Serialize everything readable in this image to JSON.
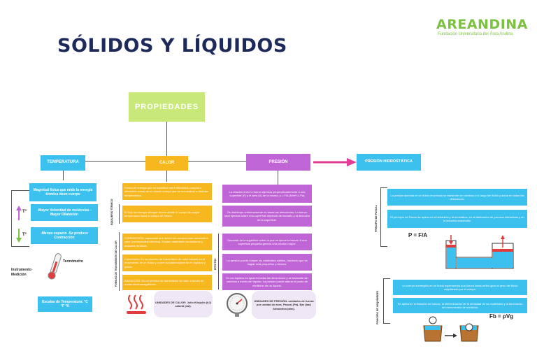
{
  "header": {
    "title": "SÓLIDOS Y LÍQUIDOS",
    "logo_name": "AREANDINA",
    "logo_sub": "Fundación Universitaria del Área Andina"
  },
  "root": {
    "label": "PROPIEDADES"
  },
  "temperatura": {
    "label": "TEMPERATURA",
    "definition": "Magnitud física que mide la energía térmica deun cuerpo",
    "up_sign": "T°",
    "up_text": "-Mayor Velocidad de moléculas -Mayor Dilatación",
    "down_sign": "T°",
    "down_text": "-Menos espacio -Se produce Contracción",
    "instrument_label": "Instrumento Medición",
    "thermometer_label": "Termómetro",
    "scales": "Escalas de Temperatura: °C °F °K"
  },
  "calor": {
    "label": "CALOR",
    "definition": "Forma de energía que se transfiere entre diferentes cuerpos o diferentes zonas de un mismo cuerpo que se encuentran a distintas temperaturas.",
    "flow": "El flujo de energía siempre ocurre desde el cuerpo de mayor temperatura hacia el cuerpo de menor.",
    "side_label_1": "EQUILIBRIO TÉRMICO",
    "side_label_2": "FORMAS DE TRANSMISIÓN DE CALOR",
    "conduction": "CONDUCCIÓN: capacidad que tienen los cuerpos para transmitir el calor (conductividad térmica). Existen materiales conductores y aislantes térmicos.",
    "convection": "Convección: Es un proceso de transmisión de calor basado en el movimiento de un fluido y ocurre fundamentalmente en líquidos y gases.",
    "radiation": "RADIACIÓN: Es un proceso de transmisión de calor a través de ondas electromagnéticas.",
    "units": "UNIDADES DE CALOR: Julio Kilojulio (kJ) caloría (cal)."
  },
  "presion": {
    "label": "PRESIÓN",
    "definition": "La relación entre la fuerza ejercida perpendicularmente a una superficie (F) y el área (A) de la misma. p = F/A (N/m²=1 Pa)",
    "distribution": "Se distribuye uniformemente en todas las direcciones. La fuerza total ejercida sobre una superficie depende del tamaño y la dirección de la superficie.",
    "side_label": "EFECTOS",
    "effect_1": "Depende de la superficie sobre la que se ejerce la fuerza. A una superficie pequeña genera una presión mayor.",
    "effect_2": "La presión puede romper los materiales sólidos, haciendo que se hagan más pequeños y densos.",
    "effect_3": "En los líquidos es igual en todas las direcciones y se transmite sin cambios a través del líquido. La presión puede alterar el punto de ebullición de un líquido.",
    "units": "UNIDADES DE PRESIÓN: unidades de fuerza por unidad de área. Pascal (Pa), Bar (bar) Atmósfera (atm)."
  },
  "hidrostatica": {
    "label": "PRESIÓN HIDROSTÁTICA",
    "pascal_label": "PRINCIPIO DE PASCAL",
    "pascal_1": "La presión ejercida en un fluido encerrado se transmite sin cambios a lo largo del fluido y actúa en todas las direcciones.",
    "pascal_2": "El principio de Pascal se aplica en la hidráulica y la neumática, en la fabricación de prensas hidráulicas y en la industria automotriz.",
    "pascal_formula": "P = F/A",
    "arq_label": "PRINCIPIO DE ARQUÍMEDES",
    "arq_1": "un cuerpo sumergido en un fluido experimenta una fuerza hacia arriba igual al peso del fluido desplazado por el cuerpo.",
    "arq_2": "Se aplica en la flotación de barcos, la determinación de la densidad de los materiales y la fabricación de instrumentos de medición.",
    "arq_formula": "Fb = ρVg"
  },
  "colors": {
    "green": "#c9e87a",
    "blue": "#3cc0ee",
    "yellow": "#f6b81e",
    "purple": "#c065d6",
    "pink_arrow": "#e23c93",
    "title": "#1e2a5a",
    "logo": "#7cc142"
  }
}
